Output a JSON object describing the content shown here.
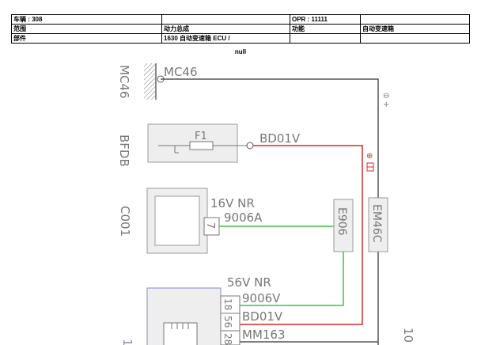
{
  "header": {
    "row1": {
      "c1": "车辆 : 308",
      "c2": "",
      "c3": "OPR : 11111",
      "c4": ""
    },
    "row2": {
      "c1": "范围",
      "c2": "动力总成",
      "c3": "功能",
      "c4": "自动变速箱"
    },
    "row3": {
      "c1": "部件",
      "c2": "1630 自动变速箱 ECU /",
      "c3": "",
      "c4": ""
    }
  },
  "note": "null",
  "diagram": {
    "colors": {
      "wire_black": "#555555",
      "wire_red": "#d42a2a",
      "wire_green": "#3dc43d",
      "box_fill": "#eeeeee",
      "box_stroke": "#999999",
      "blue_box": "#8888cc"
    },
    "components": {
      "mc46": "MC46",
      "bfdb": "BFDB",
      "c001": "C001",
      "e906": "E906",
      "em46c": "EM46C",
      "ecu": "1"
    },
    "labels": {
      "mc46_wire": "MC46",
      "ground_symbol": "⊖",
      "fuse": "F1",
      "bd01v_top": "BD01V",
      "plus_symbol": "⊕",
      "c001_conn": "16V  NR",
      "c001_pin": "7",
      "w9006a": "9006A",
      "ecu_conn": "56V  NR",
      "w9006v": "9006V",
      "bd01v_bottom": "BD01V",
      "mm163": "MM163",
      "pin18": "18",
      "pin56": "56",
      "pin28": "28",
      "right_edge": "10"
    }
  }
}
